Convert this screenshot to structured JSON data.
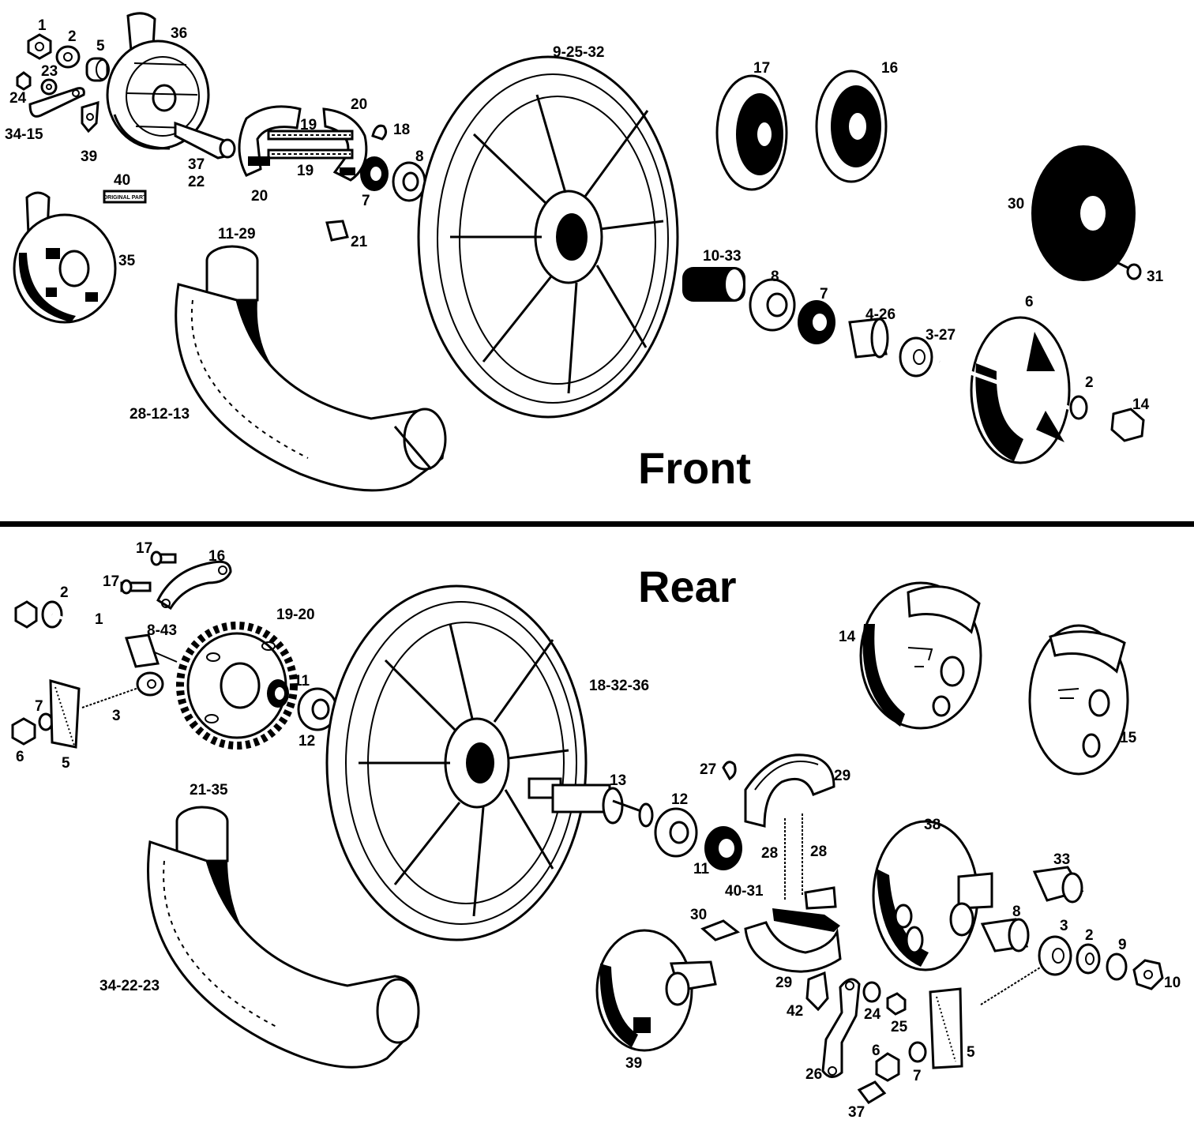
{
  "sections": {
    "front": "Front",
    "rear": "Rear"
  },
  "badge_text": "ORIGINAL PART",
  "labels": {
    "front": {
      "n1": "1",
      "n2": "2",
      "n5": "5",
      "n36": "36",
      "n23": "23",
      "n24": "24",
      "n34_15": "34-15",
      "n39": "39",
      "n37": "37",
      "n22": "22",
      "n40": "40",
      "n35": "35",
      "n20a": "20",
      "n19a": "19",
      "n19b": "19",
      "n20b": "20",
      "n18": "18",
      "n8a": "8",
      "n7a": "7",
      "n21": "21",
      "n11_29": "11-29",
      "n28_12_13": "28-12-13",
      "n9_25_32": "9-25-32",
      "n17": "17",
      "n16": "16",
      "n30": "30",
      "n31": "31",
      "n10_33": "10-33",
      "n8b": "8",
      "n7b": "7",
      "n4_26": "4-26",
      "n3_27": "3-27",
      "n6": "6",
      "n2b": "2",
      "n14": "14"
    },
    "rear": {
      "n17a": "17",
      "n16": "16",
      "n17b": "17",
      "n2": "2",
      "n1": "1",
      "n8_43": "8-43",
      "n19_20": "19-20",
      "n11a": "11",
      "n7a": "7",
      "n3a": "3",
      "n6a": "6",
      "n5a": "5",
      "n12a": "12",
      "n18_32_36": "18-32-36",
      "n14": "14",
      "n15": "15",
      "n21_35": "21-35",
      "n34_22_23": "34-22-23",
      "n13": "13",
      "n12b": "12",
      "n11b": "11",
      "n27": "27",
      "n29a": "29",
      "n28a": "28",
      "n28b": "28",
      "n40_31": "40-31",
      "n30": "30",
      "n29b": "29",
      "n38": "38",
      "n33": "33",
      "n8": "8",
      "n3b": "3",
      "n2b": "2",
      "n9": "9",
      "n10": "10",
      "n42": "42",
      "n24": "24",
      "n25": "25",
      "n6b": "6",
      "n7b": "7",
      "n5b": "5",
      "n26": "26",
      "n37": "37",
      "n39": "39"
    }
  }
}
